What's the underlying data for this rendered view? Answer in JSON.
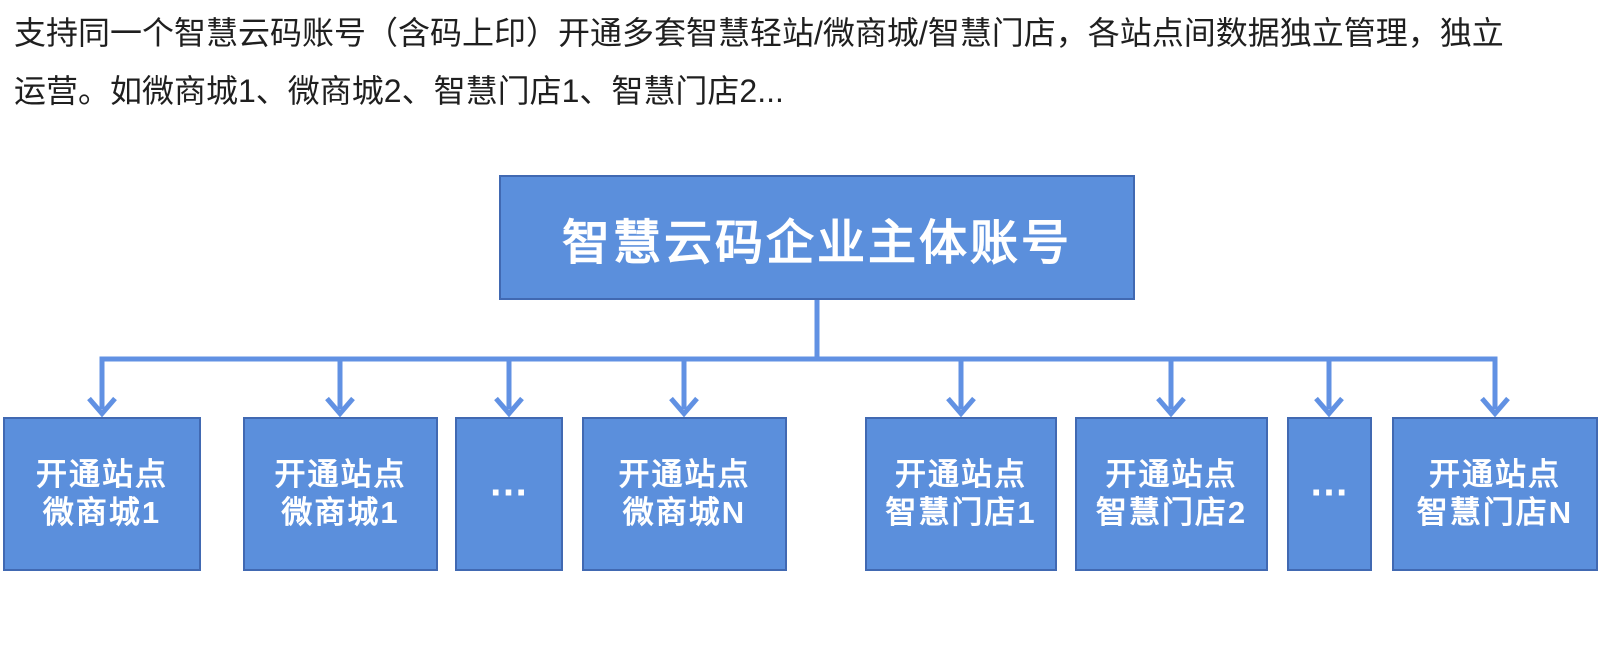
{
  "intro": {
    "line1": "支持同一个智慧云码账号（含码上印）开通多套智慧轻站/微商城/智慧门店，各站点间数据独立管理，独立",
    "line2": "运营。如微商城1、微商城2、智慧门店1、智慧门店2..."
  },
  "diagram": {
    "root": {
      "label": "智慧云码企业主体账号"
    },
    "children": [
      {
        "line1": "开通站点",
        "line2": "微商城1"
      },
      {
        "line1": "开通站点",
        "line2": "微商城1"
      },
      {
        "line1": "…"
      },
      {
        "line1": "开通站点",
        "line2": "微商城N"
      },
      {
        "line1": "开通站点",
        "line2": "智慧门店1"
      },
      {
        "line1": "开通站点",
        "line2": "智慧门店2"
      },
      {
        "line1": "…"
      },
      {
        "line1": "开通站点",
        "line2": "智慧门店N"
      }
    ]
  },
  "colors": {
    "node_fill": "#5b8fdc",
    "node_border": "#4169b2",
    "connector": "#6191e3",
    "intro_text": "#1f1f1f",
    "node_text": "#ffffff"
  }
}
